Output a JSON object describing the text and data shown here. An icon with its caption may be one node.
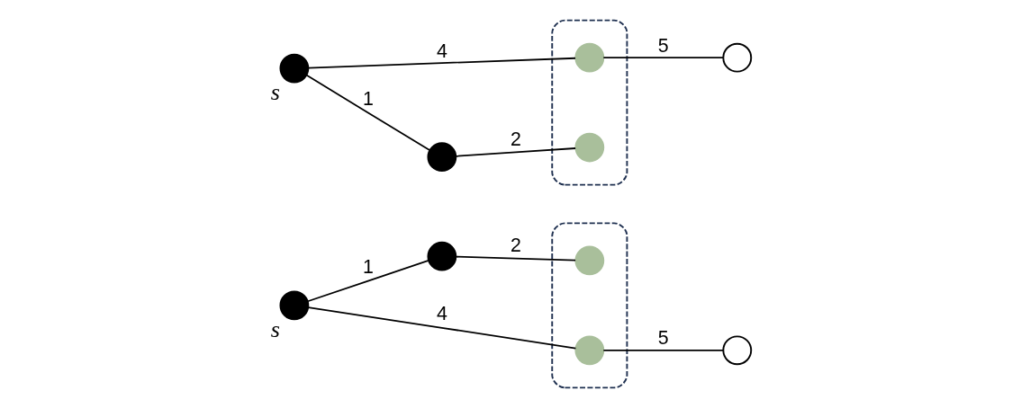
{
  "diagram": {
    "nodes": [
      {
        "text": [],
        "shape": "circle",
        "beside": [
          "s"
        ]
      },
      {
        "text": [],
        "shape": "circle"
      },
      {
        "text": [],
        "shape": "ellipse"
      },
      {
        "text": [],
        "shape": "circle",
        "in": 2
      },
      {
        "text": [],
        "shape": "circle",
        "in": 2
      },
      {
        "text": [],
        "shape": "circle"
      },
      {
        "text": [],
        "shape": "circle",
        "beside": [
          "s"
        ]
      },
      {
        "text": [],
        "shape": "ellipse"
      },
      {
        "text": [],
        "shape": "circle",
        "in": 7
      },
      {
        "text": [],
        "shape": "circle"
      },
      {
        "text": [],
        "shape": "circle"
      },
      {
        "text": [],
        "shape": "circle",
        "in": 7
      }
    ],
    "edges": [
      {
        "from": 0,
        "to": 1,
        "arrow": "none",
        "label": "1"
      },
      {
        "from": 1,
        "to": 3,
        "arrow": "none",
        "label": "2"
      },
      {
        "from": 0,
        "to": 4,
        "arrow": "none",
        "label": "4"
      },
      {
        "from": 4,
        "to": 5,
        "arrow": "none",
        "label": "5"
      },
      {
        "from": 6,
        "to": 8,
        "arrow": "none",
        "label": "4"
      },
      {
        "from": 8,
        "to": 9,
        "arrow": "none",
        "label": "5"
      },
      {
        "from": 6,
        "to": 10,
        "arrow": "none",
        "label": "1"
      },
      {
        "from": 10,
        "to": 11,
        "arrow": "none",
        "label": "2"
      }
    ]
  }
}
